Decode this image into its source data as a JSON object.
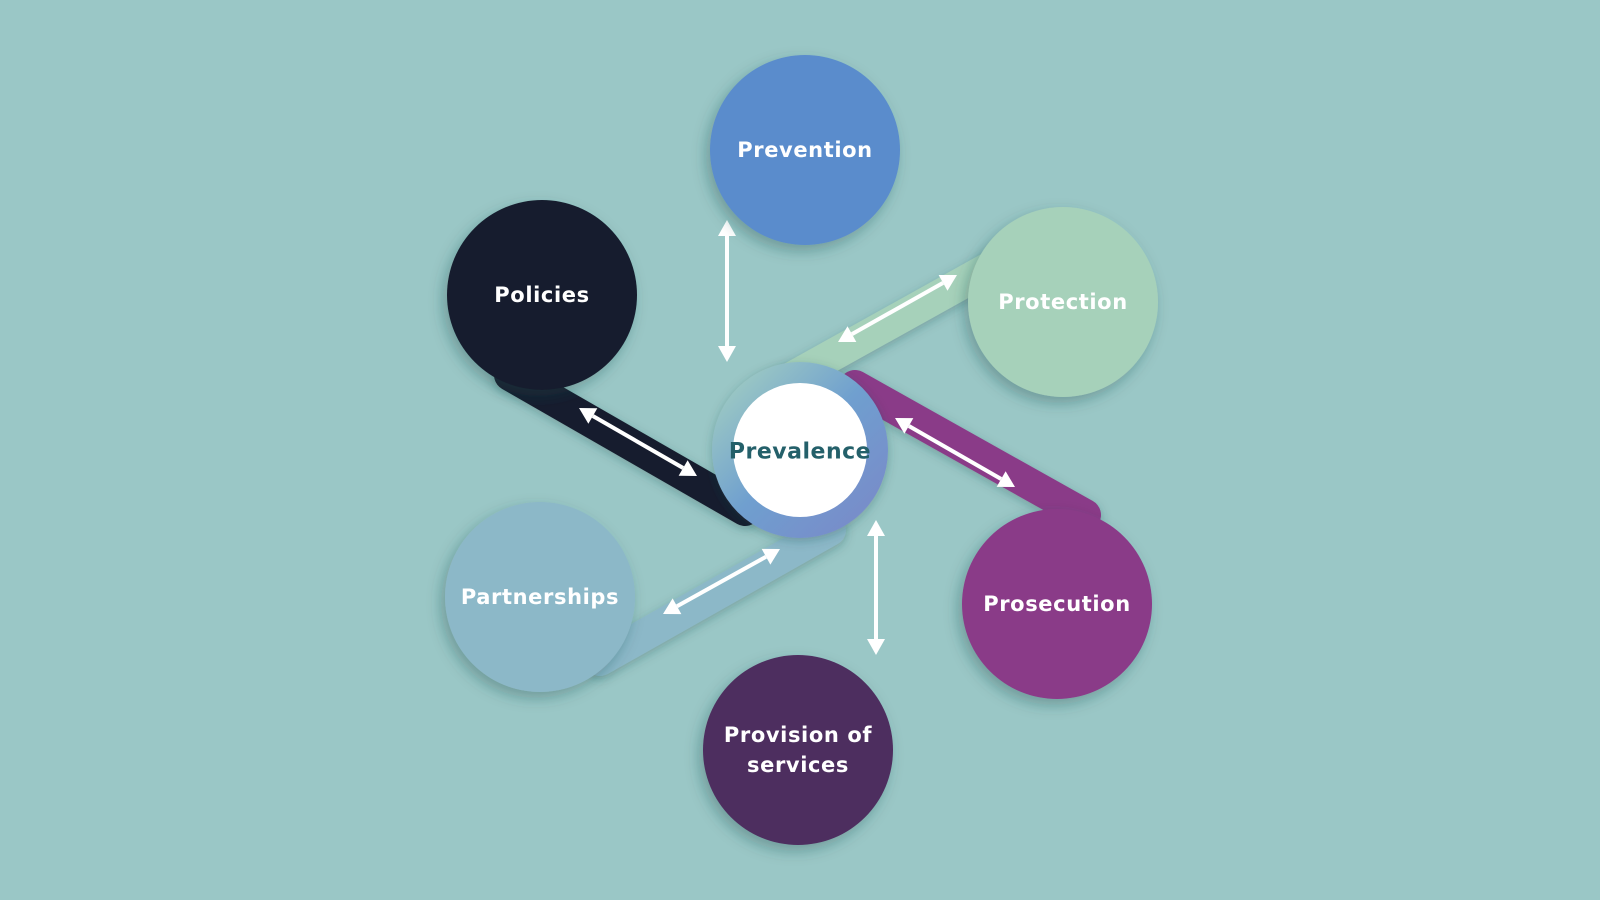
{
  "diagram": {
    "background_color": "#9ac7c6",
    "center": {
      "label": "Prevalence",
      "fill_color": "#ffffff",
      "ring_color": "#6fa0c8",
      "text_color": "#24606a"
    },
    "nodes": [
      {
        "id": "prevention",
        "lines": [
          "Prevention"
        ],
        "color": "#5a8ccc"
      },
      {
        "id": "protection",
        "lines": [
          "Protection"
        ],
        "color": "#a6d1ba"
      },
      {
        "id": "prosecution",
        "lines": [
          "Prosecution"
        ],
        "color": "#8a3b88"
      },
      {
        "id": "provision-of-services",
        "lines": [
          "Provision of",
          "services"
        ],
        "color": "#4e2d5e"
      },
      {
        "id": "partnerships",
        "lines": [
          "Partnerships"
        ],
        "color": "#8cb8c8"
      },
      {
        "id": "policies",
        "lines": [
          "Policies"
        ],
        "color": "#151f2e"
      }
    ],
    "connectors": [
      {
        "node": "prevention",
        "arrow": "double-headed",
        "arrow_color": "#ffffff"
      },
      {
        "node": "protection",
        "arrow": "double-headed",
        "arrow_color": "#ffffff"
      },
      {
        "node": "prosecution",
        "arrow": "double-headed",
        "arrow_color": "#ffffff"
      },
      {
        "node": "provision-of-services",
        "arrow": "double-headed",
        "arrow_color": "#ffffff"
      },
      {
        "node": "partnerships",
        "arrow": "double-headed",
        "arrow_color": "#ffffff"
      },
      {
        "node": "policies",
        "arrow": "double-headed",
        "arrow_color": "#ffffff"
      }
    ]
  }
}
